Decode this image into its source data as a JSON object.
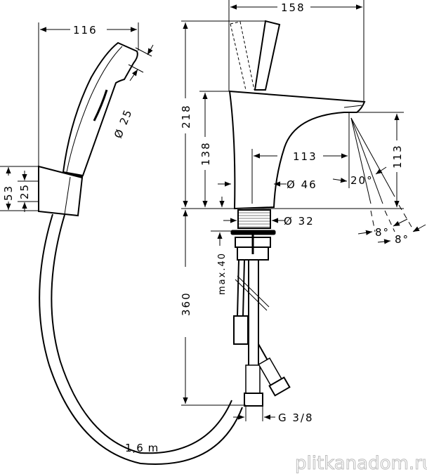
{
  "dimensions": {
    "shower_width": "116",
    "shower_head_diameter": "Ø 25",
    "holder_height": "53",
    "holder_inner": "25",
    "faucet_width": "158",
    "faucet_total_height": "218",
    "faucet_body_height": "138",
    "spout_reach": "113",
    "spout_height": "113",
    "body_diameter": "Ø 46",
    "spray_angle": "20°",
    "shank_diameter": "Ø 32",
    "spray_angle_a": "8°",
    "spray_angle_b": "8°",
    "max_thickness": "max.40",
    "hose_length_connection": "360",
    "thread": "G 3/8",
    "hose_length": "1,6 m"
  },
  "watermark": "plitkanadom.ru"
}
